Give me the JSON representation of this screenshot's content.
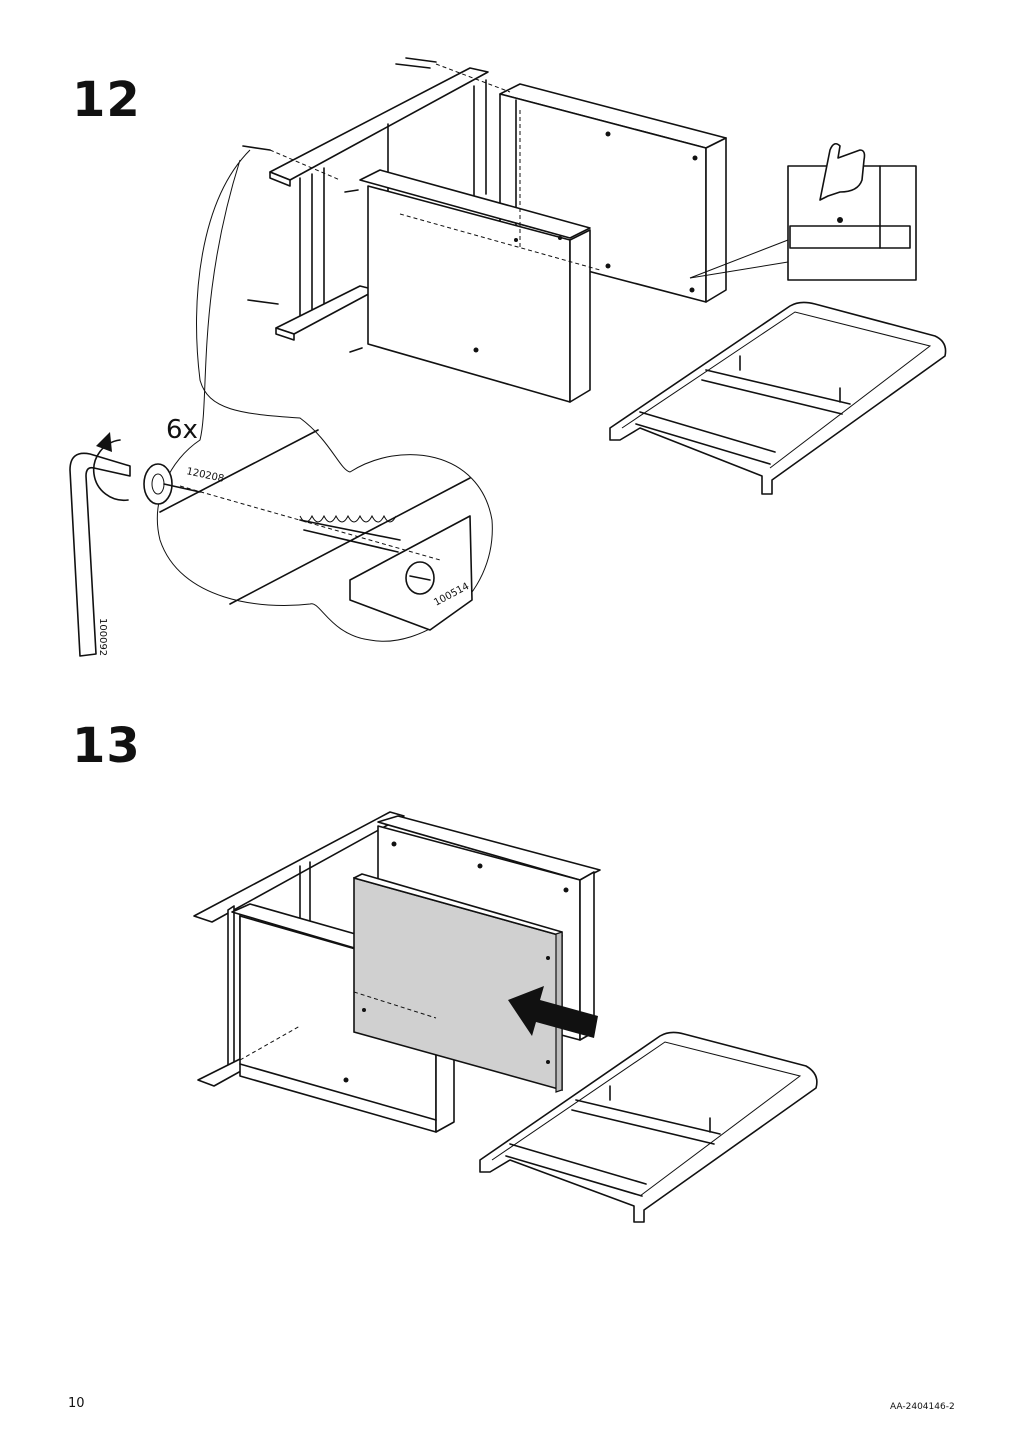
{
  "steps": {
    "step_a": "12",
    "step_b": "13"
  },
  "step12": {
    "quantity": "6x",
    "part_screw": "120208",
    "part_nut": "100514",
    "part_key": "100092"
  },
  "footer": {
    "page_number": "10",
    "doc_id": "AA-2404146-2"
  },
  "icons": [
    "allen-key-icon",
    "rotate-arrow-icon",
    "hand-pointing-icon",
    "push-arrow-icon"
  ],
  "colors": {
    "panel_grey": "#d0d0d0",
    "ink": "#111111"
  }
}
